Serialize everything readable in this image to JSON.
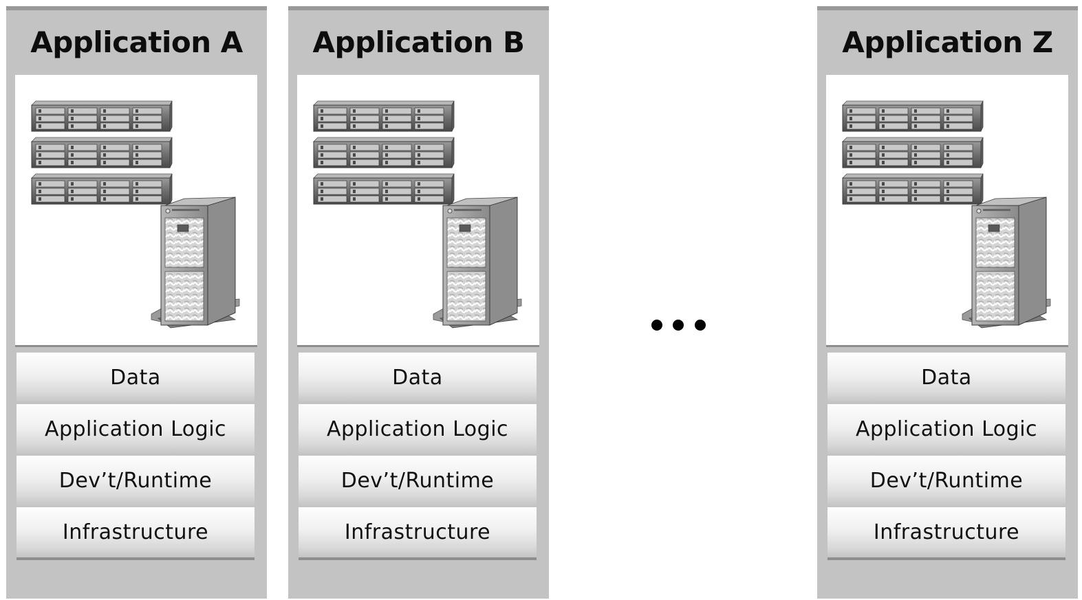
{
  "applications": [
    {
      "title": "Application A",
      "layers": [
        "Data",
        "Application Logic",
        "Dev’t/Runtime",
        "Infrastructure"
      ]
    },
    {
      "title": "Application B",
      "layers": [
        "Data",
        "Application Logic",
        "Dev’t/Runtime",
        "Infrastructure"
      ]
    },
    {
      "title": "Application Z",
      "layers": [
        "Data",
        "Application Logic",
        "Dev’t/Runtime",
        "Infrastructure"
      ]
    }
  ],
  "icons": {
    "rack_servers": "rack-server-icon",
    "tower_server": "tower-server-icon",
    "ellipsis": "ellipsis-icon"
  },
  "colors": {
    "column_background": "#c3c3c3",
    "column_top_border": "#999999",
    "panel_background": "#ffffff",
    "title_text": "#0d0d0d",
    "layer_text": "#111111"
  }
}
